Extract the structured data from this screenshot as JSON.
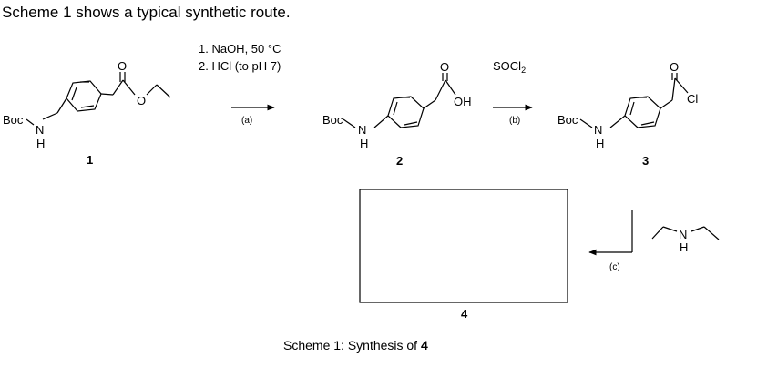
{
  "heading": "Scheme 1 shows a typical synthetic route.",
  "conditions": {
    "a_line1": "1. NaOH, 50 °C",
    "a_line2": "2. HCl (to pH 7)",
    "a_tag": "(a)",
    "b_reagent_main": "SOCl",
    "b_reagent_sub": "2",
    "b_tag": "(b)",
    "c_tag": "(c)"
  },
  "compounds": {
    "c1": {
      "number": "1",
      "boc": "Boc",
      "n": "N",
      "h": "H",
      "o_carbonyl": "O",
      "o_ester": "O"
    },
    "c2": {
      "number": "2",
      "boc": "Boc",
      "n": "N",
      "h": "H",
      "o_carbonyl": "O",
      "oh": "OH"
    },
    "c3": {
      "number": "3",
      "boc": "Boc",
      "n": "N",
      "h": "H",
      "o_carbonyl": "O",
      "cl": "Cl"
    },
    "amine": {
      "n": "N",
      "h": "H"
    },
    "c4": {
      "number": "4"
    }
  },
  "caption": {
    "text": "Scheme 1: Synthesis of ",
    "number": "4"
  }
}
